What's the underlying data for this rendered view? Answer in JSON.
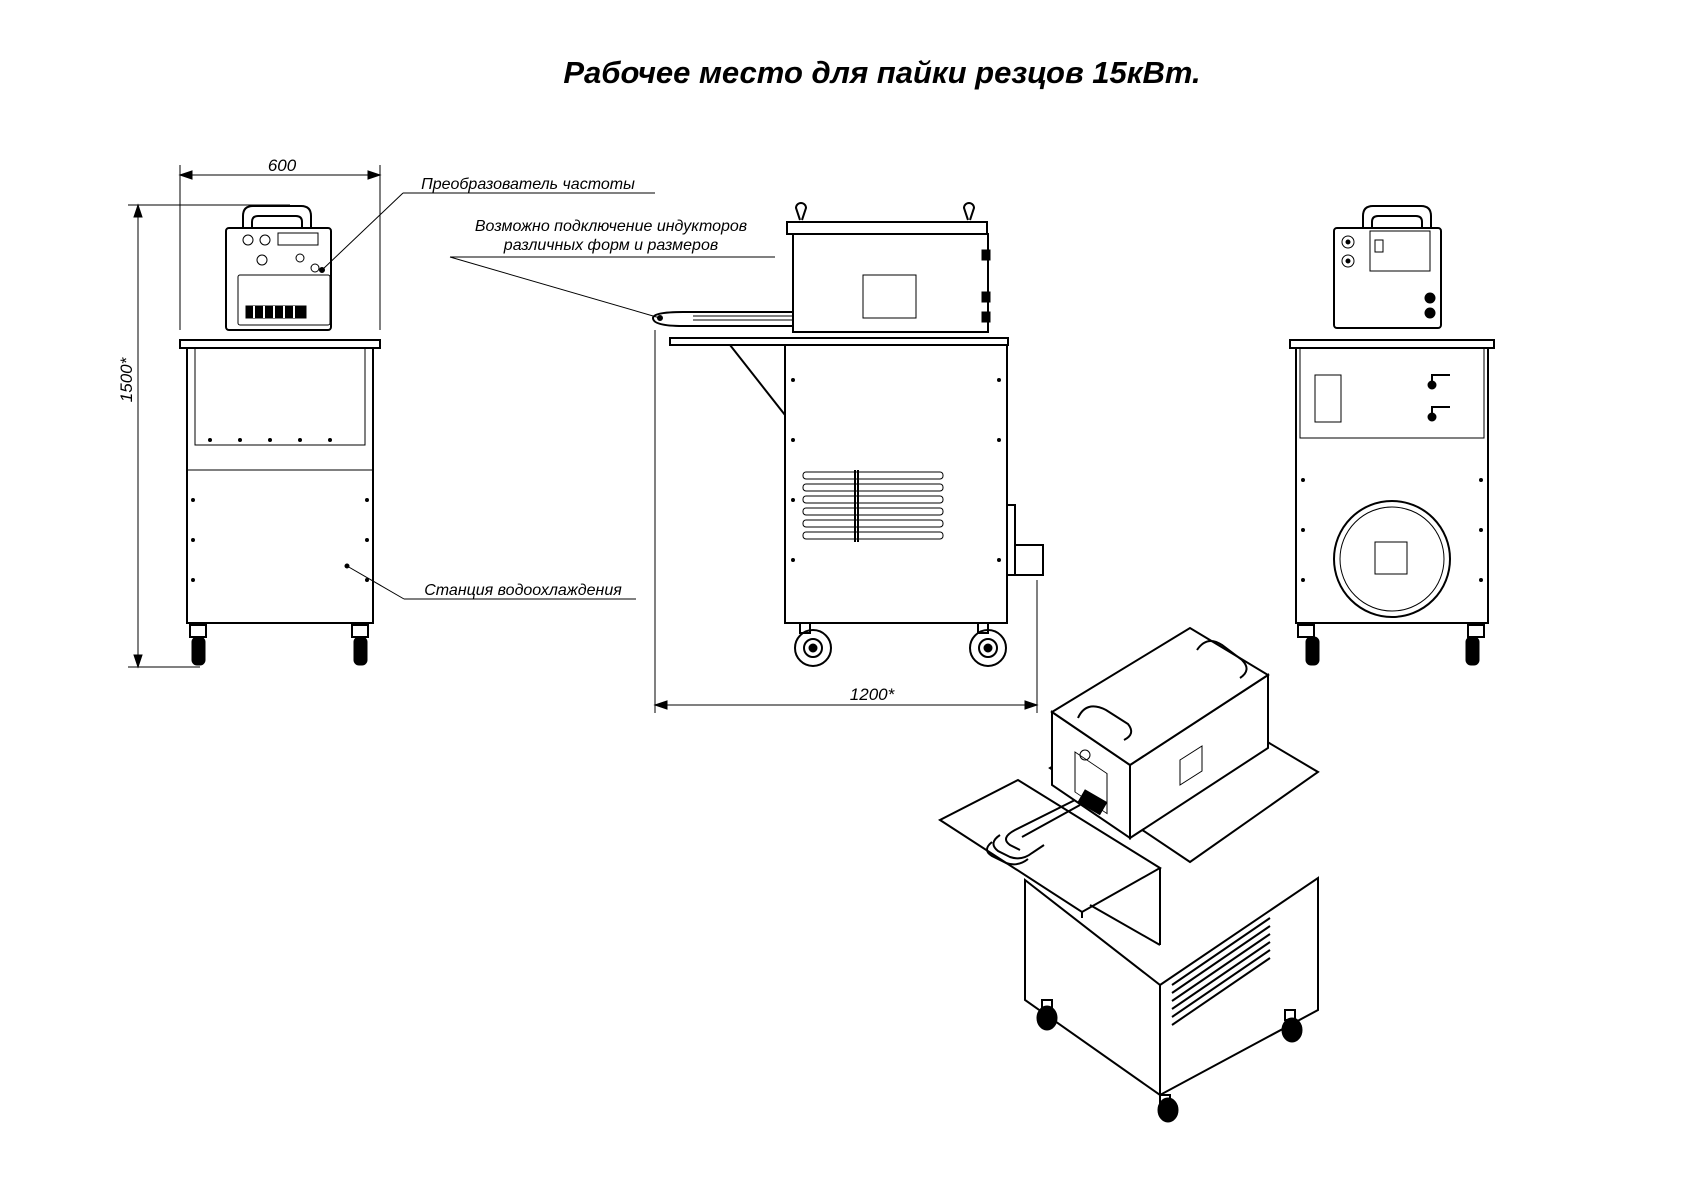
{
  "title": "Рабочее место для пайки резцов 15кВт.",
  "dimensions": {
    "width": "600",
    "height": "1500*",
    "length": "1200*"
  },
  "callouts": {
    "frequency_converter": "Преобразователь частоты",
    "inductors_line1": "Возможно подключение индукторов",
    "inductors_line2": "различных форм и размеров",
    "cooling_station": "Станция водоохлаждения"
  }
}
